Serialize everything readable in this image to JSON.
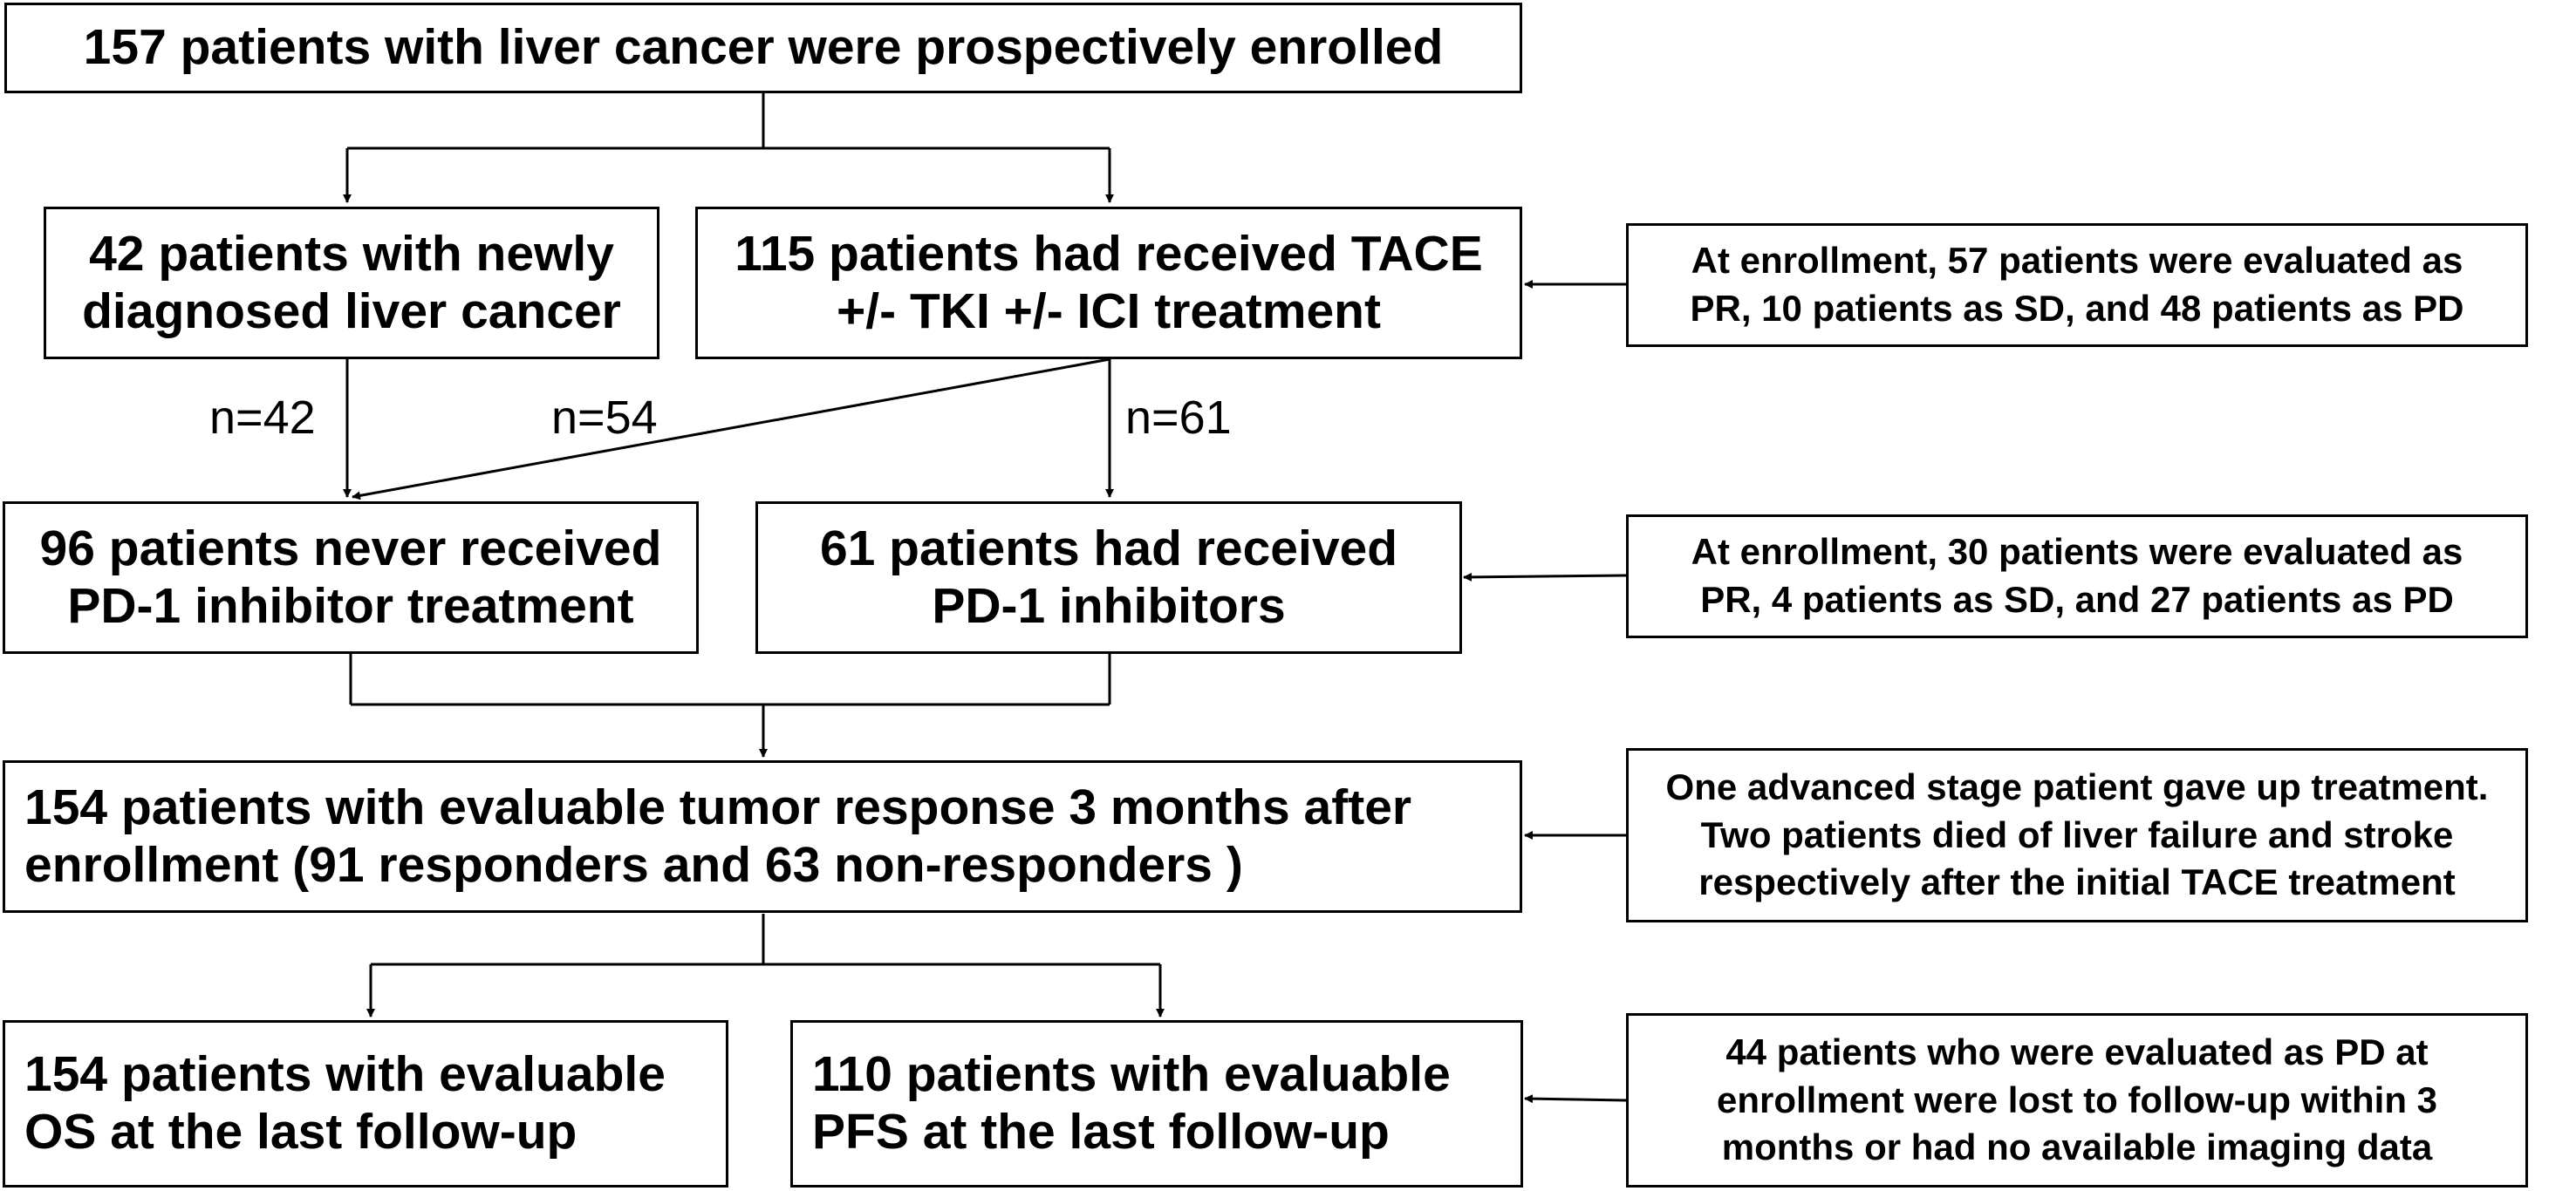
{
  "flowchart": {
    "enrolled": {
      "line1": "157 patients with liver cancer were prospectively enrolled"
    },
    "newly_diagnosed": {
      "line1": "42 patients with newly",
      "line2": "diagnosed liver cancer"
    },
    "prior_treatment": {
      "line1": "115 patients had received TACE",
      "line2": "+/- TKI +/- ICI treatment"
    },
    "note_prior": {
      "line1": "At enrollment, 57 patients were evaluated as",
      "line2": "PR, 10 patients as SD, and 48 patients as PD"
    },
    "never_pd1": {
      "line1": "96 patients never received",
      "line2": "PD-1 inhibitor treatment"
    },
    "received_pd1": {
      "line1": "61 patients had received",
      "line2": "PD-1 inhibitors"
    },
    "note_pd1": {
      "line1": "At enrollment, 30 patients were evaluated as",
      "line2": "PR, 4 patients as SD, and 27 patients as PD"
    },
    "evaluable_response": {
      "line1": "154 patients with evaluable tumor response 3 months after",
      "line2": "enrollment (91 responders and 63 non-responders )"
    },
    "note_response": {
      "line1": "One advanced stage patient gave up treatment.",
      "line2": "Two patients died of liver failure and stroke",
      "line3": "respectively after the initial TACE treatment"
    },
    "evaluable_os": {
      "line1": "154 patients with evaluable",
      "line2": "OS at the last follow-up"
    },
    "evaluable_pfs": {
      "line1": "110 patients with evaluable",
      "line2": "PFS at the last follow-up"
    },
    "note_pfs": {
      "line1": "44 patients who were evaluated as PD at",
      "line2": "enrollment were lost to follow-up within 3",
      "line3": "months or had no available imaging data"
    },
    "labels": {
      "n42": "n=42",
      "n54": "n=54",
      "n61": "n=61"
    }
  }
}
